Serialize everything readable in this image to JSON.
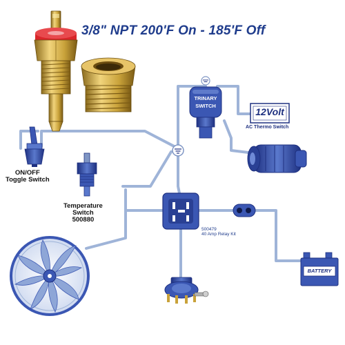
{
  "title": "3/8\" NPT  200'F On - 185'F Off",
  "components": {
    "toggle_switch": {
      "line1": "ON/OFF",
      "line2": "Toggle Switch"
    },
    "temperature_switch": {
      "line1": "Temperature",
      "line2": "Switch",
      "line3": "500880"
    },
    "trinary_switch": {
      "line1": "TRINARY",
      "line2": "SWITCH"
    },
    "ac_thermo_switch": {
      "badge": "12Volt",
      "label": "AC Thermo Switch"
    },
    "relay_kit": {
      "part_number": "500479",
      "label": "40 Amp Relay Kit"
    },
    "battery": {
      "label": "BATTERY"
    }
  },
  "colors": {
    "title": "#1f3c8c",
    "wire": "#9fb4d8",
    "component_blue": "#3b57b3",
    "component_dark": "#1e3080",
    "brass": "#c9a23a",
    "brass_light": "#f1d47c",
    "red_cap": "#d9262a"
  }
}
